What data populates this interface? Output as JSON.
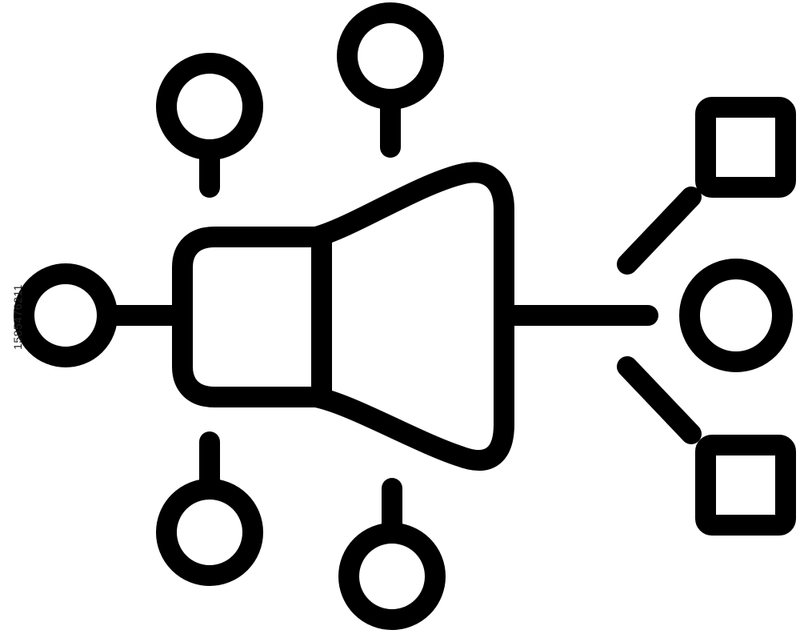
{
  "image_id_label": "1585476211",
  "colors": {
    "stroke": "#000000",
    "background": "#ffffff"
  },
  "icons": [
    "funnel-shape",
    "input-node-circle",
    "top-pin-nodes",
    "bottom-pin-nodes",
    "output-square-nodes",
    "output-circle-node"
  ]
}
